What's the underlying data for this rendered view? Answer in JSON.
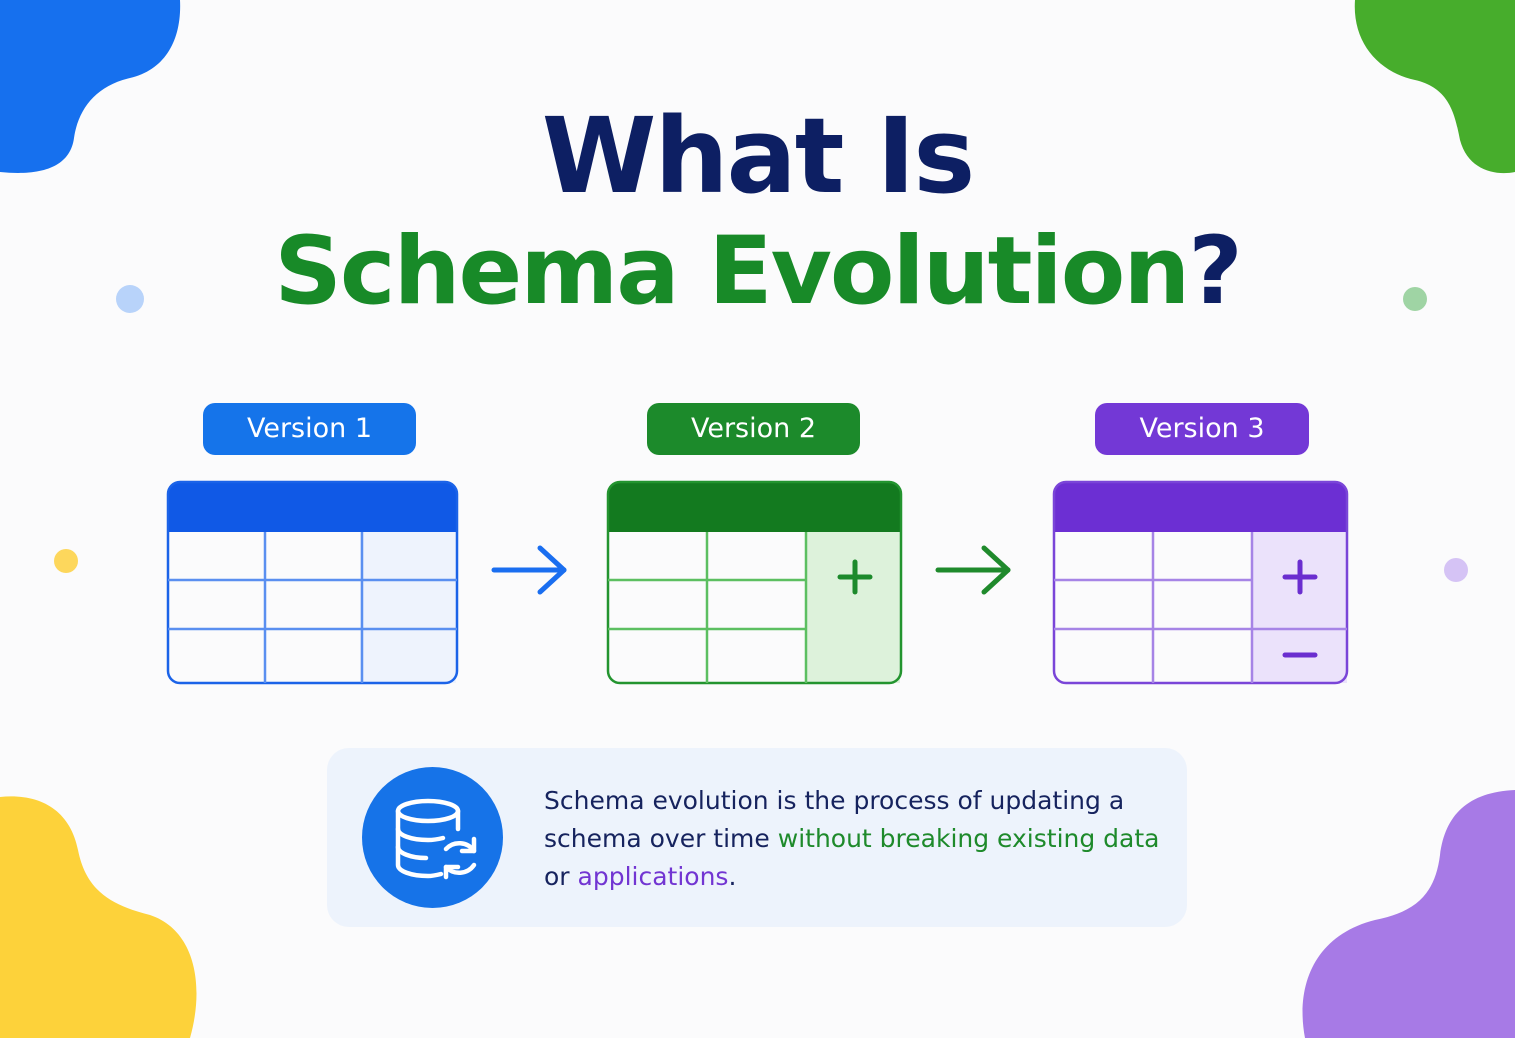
{
  "title": {
    "line1": "What Is",
    "line2_main": "Schema Evolution",
    "line2_mark": "?"
  },
  "colors": {
    "navy": "#0d1f63",
    "green": "#1c8a2b",
    "blue": "#1574ea",
    "purple": "#7338d6",
    "yellow": "#fdd23a"
  },
  "versions": [
    {
      "label": "Version 1",
      "color": "#1574ea",
      "marker": ""
    },
    {
      "label": "Version 2",
      "color": "#1c8a2b",
      "marker": "+"
    },
    {
      "label": "Version 3",
      "color": "#7338d6",
      "marker": "+ / −"
    }
  ],
  "transitions": [
    {
      "from": "Version 1",
      "to": "Version 2",
      "icon": "arrow-right-icon"
    },
    {
      "from": "Version 2",
      "to": "Version 3",
      "icon": "arrow-right-icon"
    }
  ],
  "info": {
    "icon": "database-sync-icon",
    "text_part1": "Schema evolution is the process of updating a schema over time ",
    "text_highlight1": "without breaking existing data",
    "text_part2": " or ",
    "text_highlight2": "applications",
    "text_end": "."
  }
}
